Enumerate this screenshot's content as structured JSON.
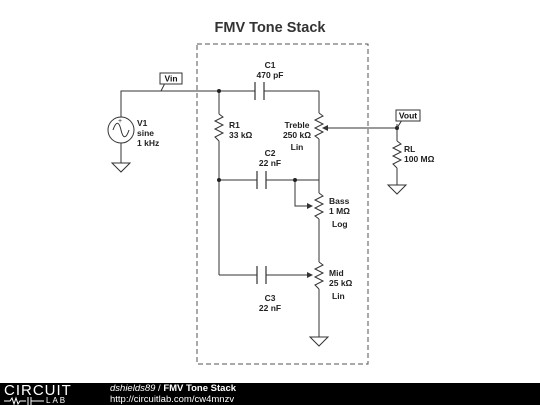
{
  "title": "FMV Tone Stack",
  "components": {
    "V1": {
      "ref": "V1",
      "type": "sine",
      "freq": "1 kHz"
    },
    "C1": {
      "ref": "C1",
      "value": "470 pF"
    },
    "R1": {
      "ref": "R1",
      "value": "33 kΩ"
    },
    "C2": {
      "ref": "C2",
      "value": "22 nF"
    },
    "C3": {
      "ref": "C3",
      "value": "22 nF"
    },
    "Treble": {
      "ref": "Treble",
      "value": "250 kΩ",
      "taper": "Lin"
    },
    "Bass": {
      "ref": "Bass",
      "value": "1 MΩ",
      "taper": "Log"
    },
    "Mid": {
      "ref": "Mid",
      "value": "25 kΩ",
      "taper": "Lin"
    },
    "RL": {
      "ref": "RL",
      "value": "100 MΩ"
    }
  },
  "nets": {
    "vin": "Vin",
    "vout": "Vout"
  },
  "footer": {
    "logo_top": "CIRCUIT",
    "logo_bottom": "LAB",
    "author": "dshields89",
    "separator": " / ",
    "circuit_title": "FMV Tone Stack",
    "url": "http://circuitlab.com/cw4mnzv"
  }
}
